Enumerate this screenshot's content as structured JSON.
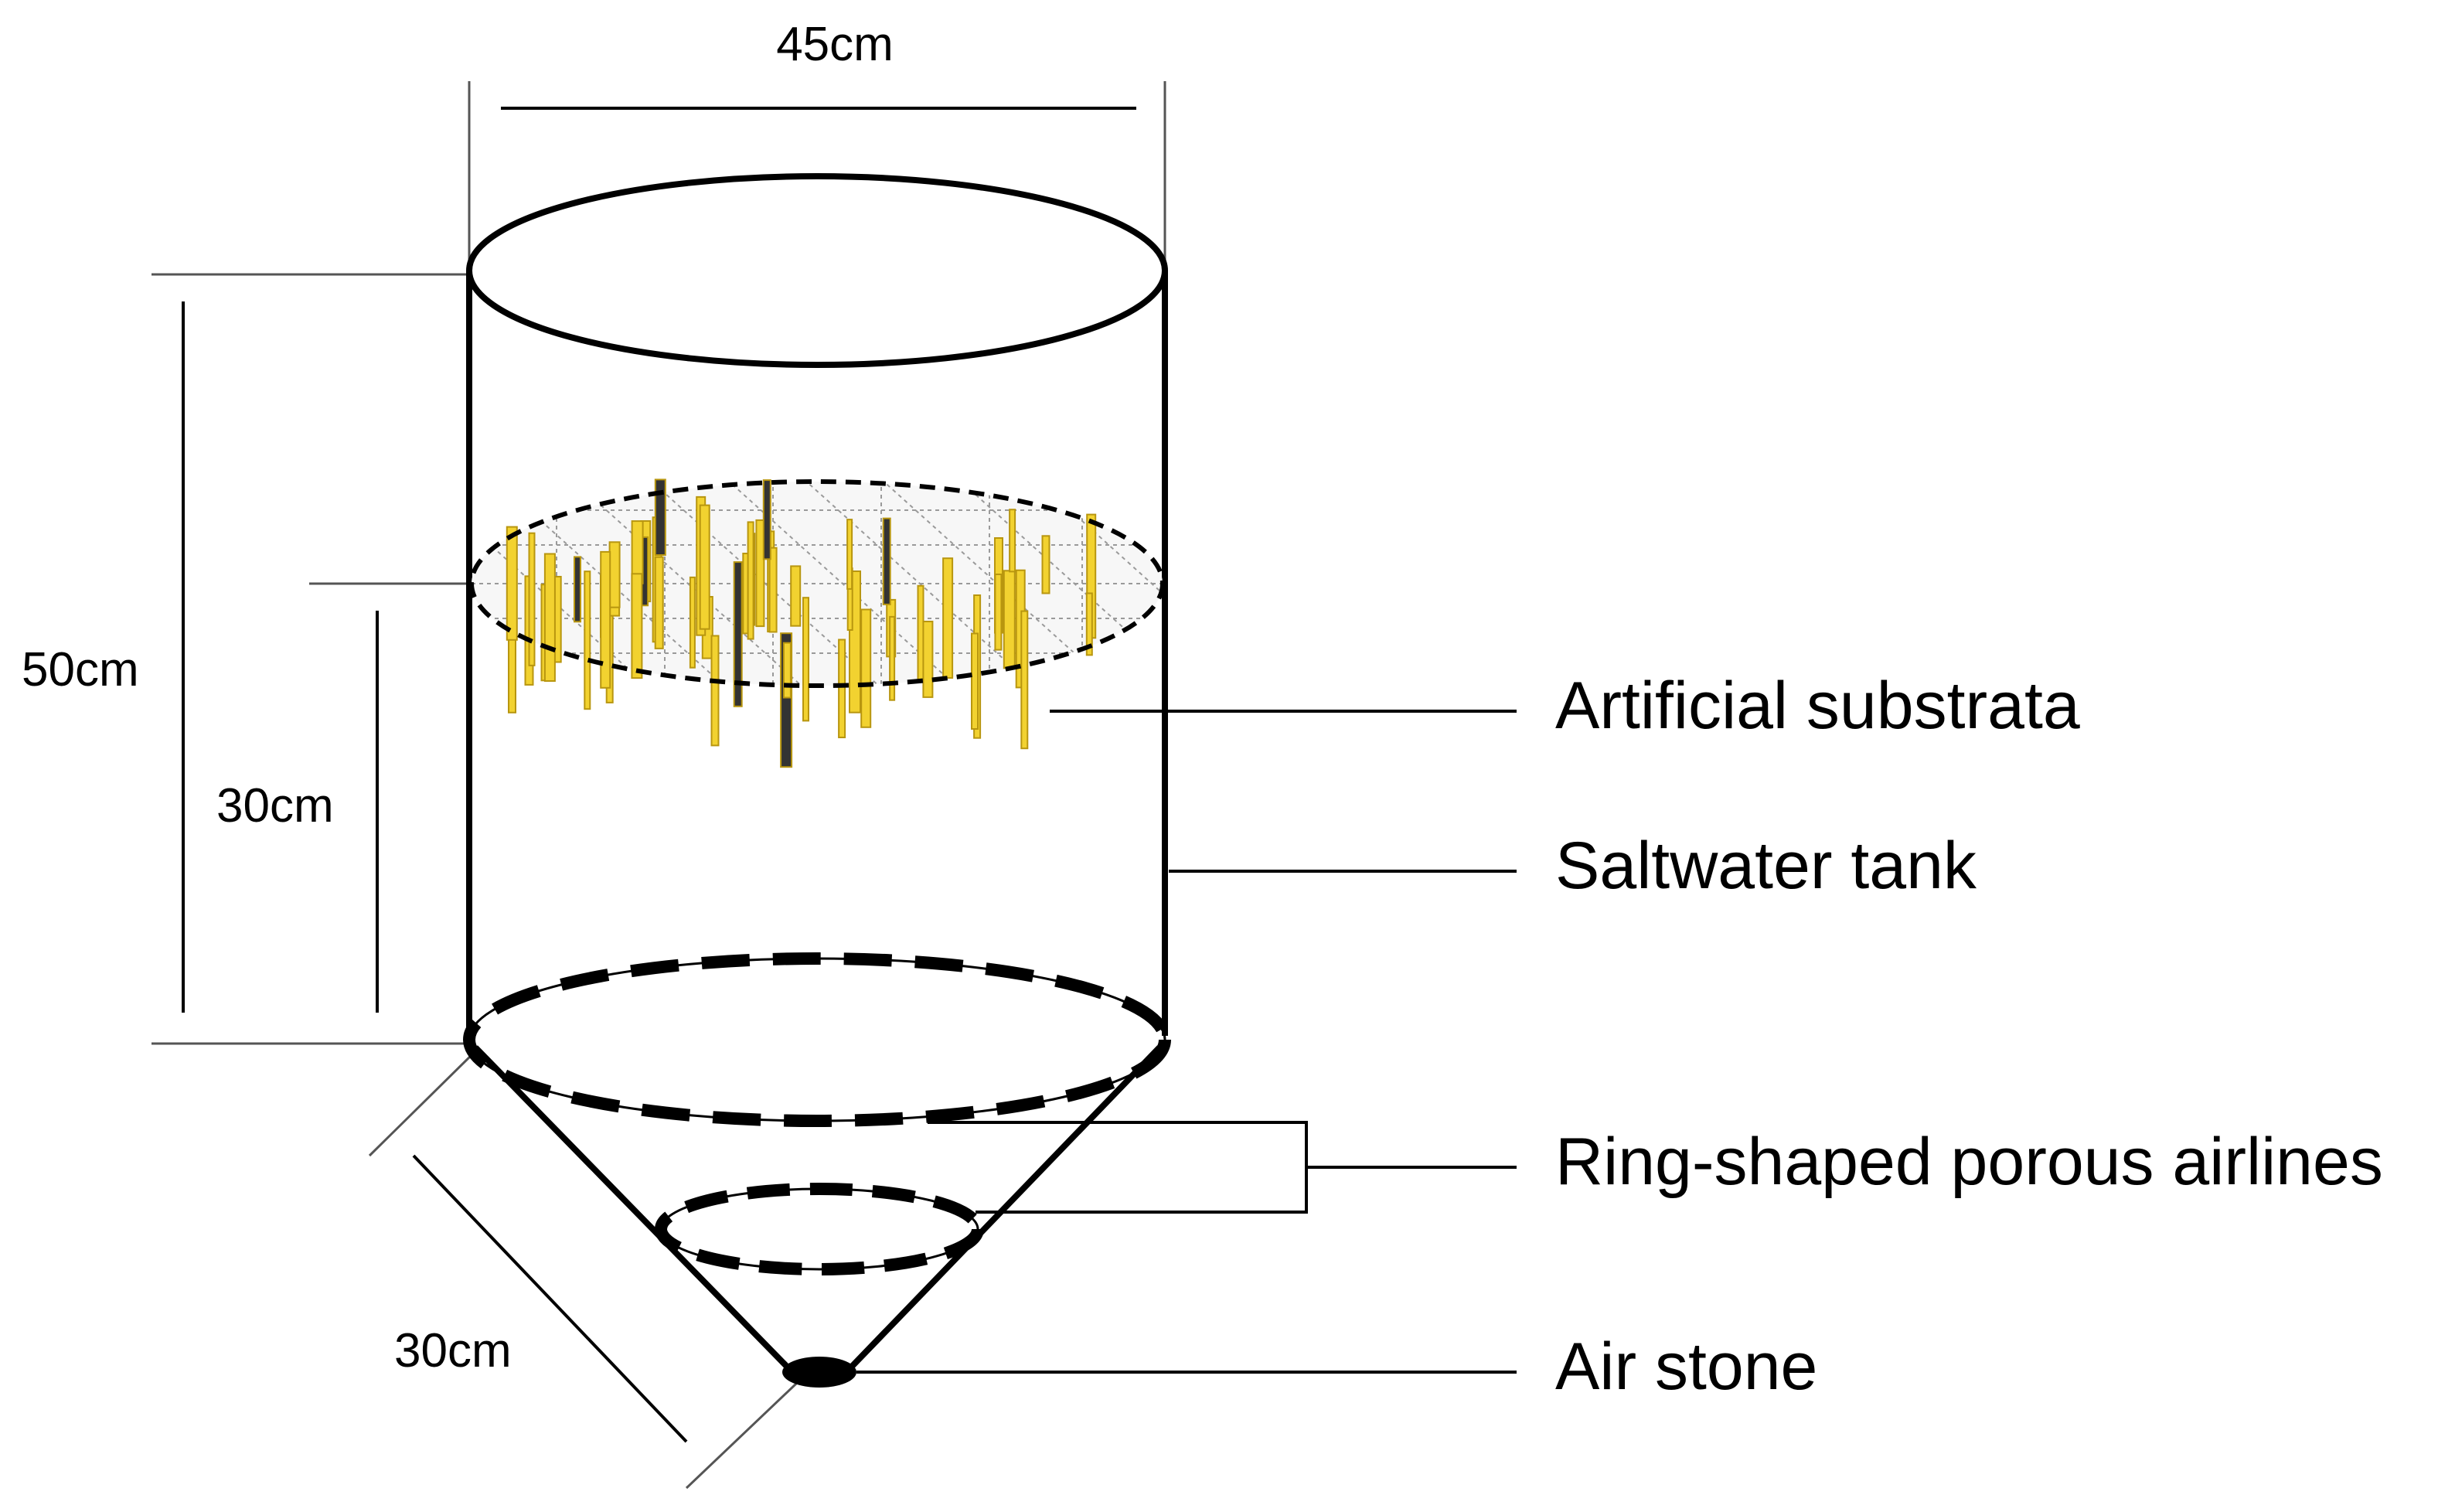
{
  "dimensions": {
    "diameter": "45cm",
    "total_height": "50cm",
    "substrata_height": "30cm",
    "cone_side": "30cm"
  },
  "callouts": {
    "artificial_substrata": "Artificial substrata",
    "saltwater_tank": "Saltwater tank",
    "ring_airlines": "Ring-shaped porous airlines",
    "air_stone": "Air stone"
  },
  "colors": {
    "outline": "#000000",
    "substrata_fill": "#f2d230",
    "substrata_shade": "#b8960f",
    "grid": "#9a9a9a"
  }
}
